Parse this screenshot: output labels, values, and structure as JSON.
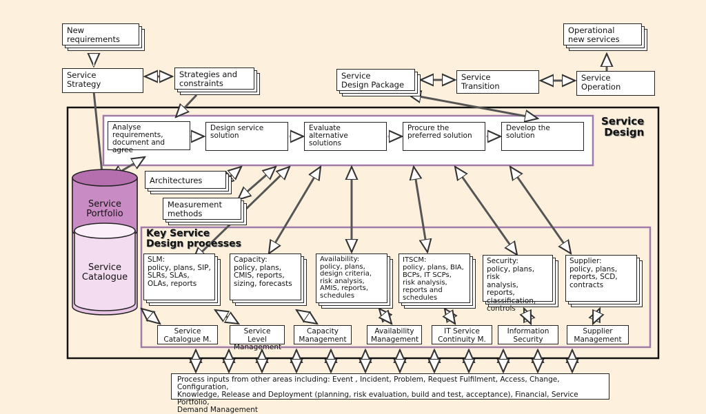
{
  "top": {
    "new_requirements": "New\nrequirements",
    "service_strategy": "Service\nStrategy",
    "strategies_constraints": "Strategies and\nconstraints",
    "sdp": "Service\nDesign Package",
    "service_transition": "Service\nTransition",
    "service_operation": "Service\nOperation",
    "operational_new_services": "Operational\nnew services"
  },
  "service_design": {
    "title": "Service\nDesign",
    "steps": [
      "Analyse\nrequirements,\ndocument and agree",
      "Design service\nsolution",
      "Evaluate alternative\nsolutions",
      "Procure the\npreferred solution",
      "Develop the\nsolution"
    ],
    "architectures": "Architectures",
    "measurement_methods": "Measurement\nmethods",
    "portfolio": "Service\nPortfolio",
    "catalogue": "Service\nCatalogue"
  },
  "key_processes": {
    "title": "Key Service\nDesign processes",
    "docs": [
      "SLM:\npolicy, plans, SIP,\nSLRs, SLAs,\nOLAs, reports",
      "Capacity:\npolicy, plans,\nCMIS, reports,\nsizing, forecasts",
      "Availability:\npolicy, plans,\ndesign criteria,\nrisk analysis,\nAMIS, reports,\nschedules",
      "ITSCM:\npolicy, plans, BIA,\nBCPs, IT SCPs,\nrisk analysis,\nreports and\nschedules",
      "Security:\npolicy, plans, risk\nanalysis, reports,\nclassification,\ncontrols",
      "Supplier:\npolicy, plans,\nreports, SCD,\ncontracts"
    ],
    "managements": [
      "Service\nCatalogue M.",
      "Service Level\nManagement",
      "Capacity\nManagement",
      "Availability\nManagement",
      "IT Service\nContinuity M.",
      "Information\nSecurity",
      "Supplier\nManagement"
    ]
  },
  "process_inputs": "Process inputs from other areas including: Event , Incident, Problem, Request Fulfilment, Access, Change, Configuration,\nKnowledge, Release and Deployment (planning, risk evaluation, build and test, acceptance), Financial, Service Portfolio,\nDemand Management",
  "colors": {
    "background": "#fdf1de",
    "purple": "#a07aa8",
    "cylinder_top": "#c98bc3",
    "arrow_fill": "#ffffff"
  }
}
